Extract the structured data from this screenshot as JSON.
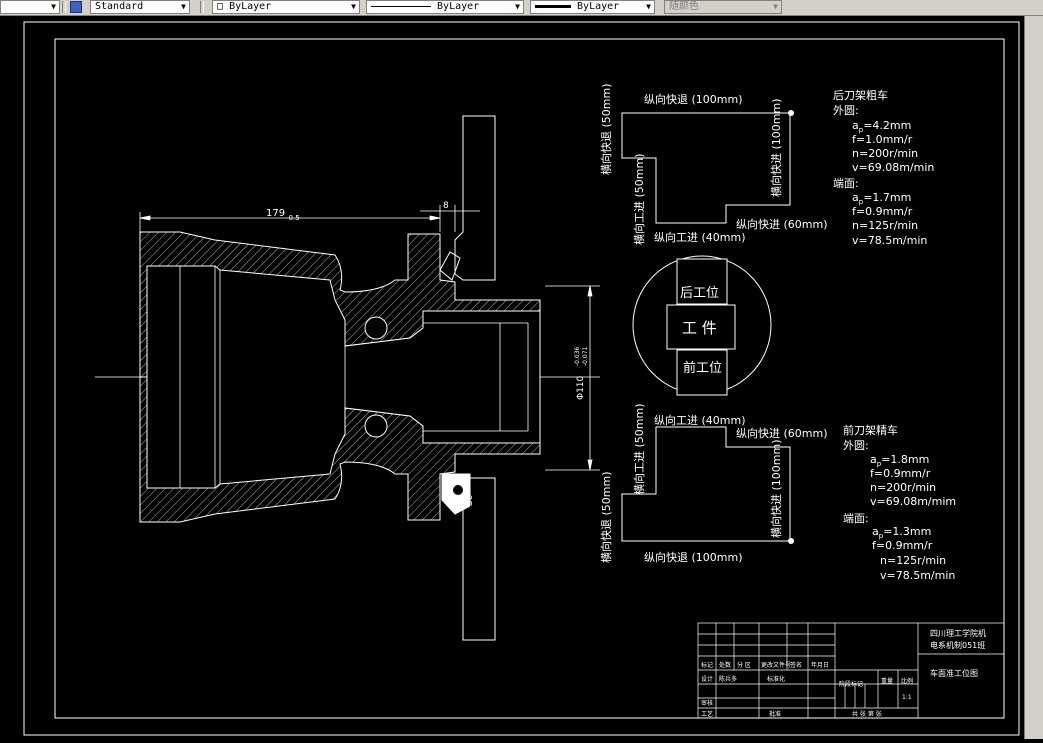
{
  "toolbar": {
    "text_style": "Standard",
    "color": "ByLayer",
    "linetype": "ByLayer",
    "lineweight": "ByLayer",
    "plot_style": "随颜色"
  },
  "drawing": {
    "dims": {
      "length": "179",
      "length_tol": "-0.5",
      "small": "8",
      "diameter": "Φ110",
      "dia_upper": "-0.036",
      "dia_lower": "-0.071",
      "angle": "30°"
    },
    "rear_path": {
      "top": "纵向快退 (100mm)",
      "left": "横向快退 (50mm)",
      "inner_left": "横向工进 (50mm)",
      "bottom_left": "纵向工进 (40mm)",
      "bottom_right": "纵向快进 (60mm)",
      "right": "横向快进 (100mm)"
    },
    "front_path": {
      "top_left": "纵向工进 (40mm)",
      "top_right": "纵向快进 (60mm)",
      "inner_left": "横向工进 (50mm)",
      "left": "横向快退 (50mm)",
      "right": "横向快进 (100mm)",
      "bottom": "纵向快退 (100mm)"
    },
    "circle": {
      "rear_pos": "后工位",
      "workpiece": "工  件",
      "front_pos": "前工位"
    },
    "rear_params": {
      "title": "后刀架粗车",
      "outer": "外圆:",
      "outer_ap_base": "a",
      "outer_ap_sub": "p",
      "outer_ap_val": "=4.2mm",
      "outer_f": "f=1.0mm/r",
      "outer_n": "n=200r/min",
      "outer_v": "v=69.08m/min",
      "face": "端面:",
      "face_ap_base": "a",
      "face_ap_sub": "p",
      "face_ap_val": "=1.7mm",
      "face_f": "f=0.9mm/r",
      "face_n": "n=125r/min",
      "face_v": "v=78.5m/min"
    },
    "front_params": {
      "title": "前刀架精车",
      "outer": "外圆:",
      "outer_ap_base": "a",
      "outer_ap_sub": "p",
      "outer_ap_val": "=1.8mm",
      "outer_f": "f=0.9mm/r",
      "outer_n": "n=200r/min",
      "outer_v": "v=69.08m/mim",
      "face": "端面:",
      "face_ap_base": "a",
      "face_ap_sub": "p",
      "face_ap_val": "=1.3mm",
      "face_f": "f=0.9mm/r",
      "face_n": "n=125r/min",
      "face_v": "v=78.5m/min"
    },
    "title_block": {
      "school": "四川理工学院机",
      "class": "电系机制051班",
      "drawing_name": "车面准工位图",
      "headers": [
        "标记",
        "处数",
        "分 区",
        "更改文件号",
        "签名",
        "年月日"
      ],
      "design": "设计",
      "designer": "陈兵多",
      "standard": "标准化",
      "stage": "阶段标记",
      "weight": "重量",
      "scale": "比例",
      "scale_val": "1:1",
      "review": "审核",
      "craft": "工艺",
      "approve": "批准",
      "sheets": "共  张   第  张"
    }
  }
}
